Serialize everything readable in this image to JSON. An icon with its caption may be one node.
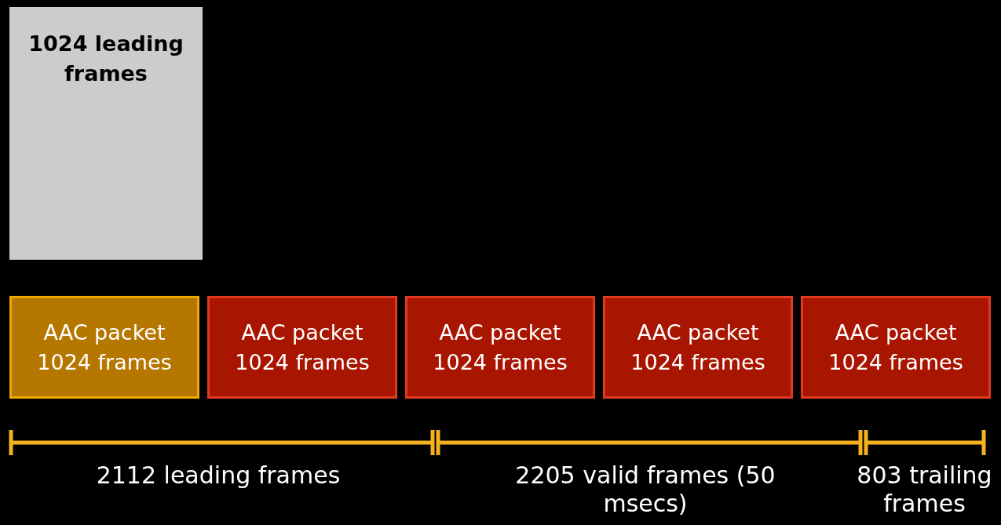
{
  "diagram": {
    "nodes": [
      {
        "text": [
          "1024 leading frames"
        ]
      },
      {
        "text": [
          "AAC packet 1024 frames"
        ]
      },
      {
        "text": [
          "AAC packet 1024 frames"
        ]
      },
      {
        "text": [
          "AAC packet 1024 frames"
        ]
      },
      {
        "text": [
          "AAC packet 1024 frames"
        ]
      },
      {
        "text": [
          "AAC packet 1024 frames"
        ]
      }
    ],
    "labels": [
      "2112 leading frames",
      "2205 valid frames (50 msecs)",
      "803 trailing frames"
    ]
  }
}
